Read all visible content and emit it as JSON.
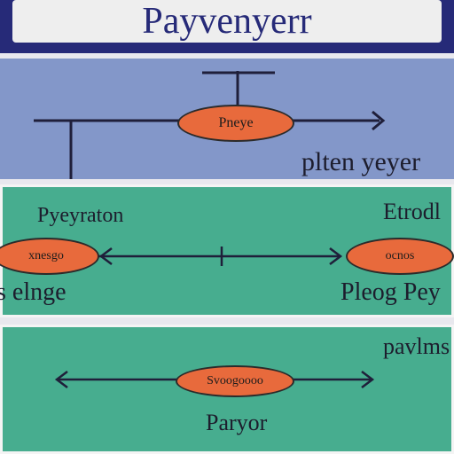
{
  "header": {
    "title": "Payvenyerr"
  },
  "top_panel": {
    "node_label": "Pneye",
    "right_caption": "pltеn yeyer"
  },
  "middle_panel": {
    "top_left_label": "Pyeyraton",
    "top_right_label": "Etrodl",
    "left_node_label": "xnesgo",
    "right_node_label": "ocnos",
    "bottom_left_label": "s elnge",
    "bottom_right_label": "Pleog Pey"
  },
  "bottom_panel": {
    "right_label": "pavlms",
    "node_label": "Svoogoooo",
    "caption": "Paryor"
  },
  "colors": {
    "header_bg": "#262a78",
    "top_panel_bg": "#8397c9",
    "panel_green": "#47ad8f",
    "node_orange": "#e86a3c"
  }
}
